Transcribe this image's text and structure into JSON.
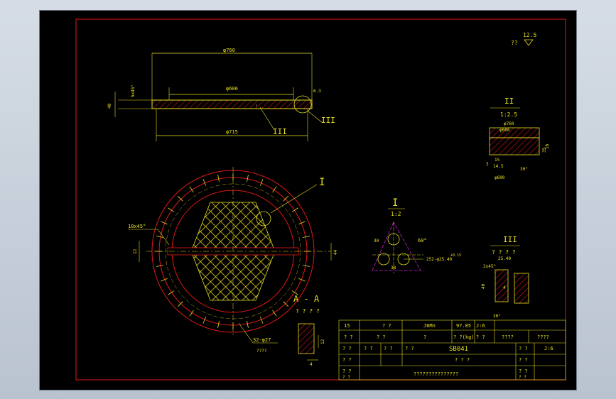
{
  "drawing": {
    "surface_roughness": {
      "symbol_value": "12.5",
      "prefix": "??"
    },
    "top_view": {
      "dim_outer": "φ760",
      "dim_inner": "φ600",
      "dim_mid": "φ715",
      "dim_height": "40",
      "chamfer": "5x45°",
      "roughness": "6.3",
      "detail_label": "III",
      "detail_label2": "III"
    },
    "plan_view": {
      "detail_label": "I",
      "chamfer": "10x45°",
      "dim_left": "12",
      "dim_right": "44",
      "hole_callout": "32-φ27",
      "hole_note": "????"
    },
    "section_AA": {
      "label": "A - A",
      "note": "? ? ? ?",
      "dim_w": "12",
      "dim_h": "4"
    },
    "detail_I": {
      "label": "I",
      "scale": "1:2",
      "dim_a": "30",
      "dim_b": "38",
      "angle": "60°",
      "holes": "252-φ25.40",
      "tol": "+0.15"
    },
    "detail_II": {
      "label": "II",
      "scale": "1:2.5",
      "dim_a": "φ760",
      "dim_b": "φ666",
      "dim_c": "15",
      "dim_d": "14.5",
      "dim_e": "φ600",
      "dim_f": "35",
      "dim_g": "16",
      "dim_h": "30°",
      "dim_i": "3"
    },
    "detail_III": {
      "label": "III",
      "note": "? ? ? ?",
      "chamfer": "2x45°",
      "dim_a": "25.40",
      "dim_b": "40",
      "dim_c": "4",
      "angle": "30°"
    }
  },
  "title_block": {
    "r1": [
      "15",
      "? ?",
      "J6Mn",
      "97.85",
      "J:6"
    ],
    "r2": [
      "? ?",
      "? ?",
      "?",
      "? ?(kg)",
      "? ?",
      "????",
      "????"
    ],
    "r3": [
      "? ?",
      "? ?",
      "? ?",
      "? ?",
      "SB041",
      "? ?",
      "J:6"
    ],
    "r4": [
      "? ?",
      "? ? ?",
      "? ?"
    ],
    "r5": [
      "? ?",
      "? ?"
    ],
    "r6": [
      "? ?",
      "???????????????",
      "? ?"
    ]
  }
}
